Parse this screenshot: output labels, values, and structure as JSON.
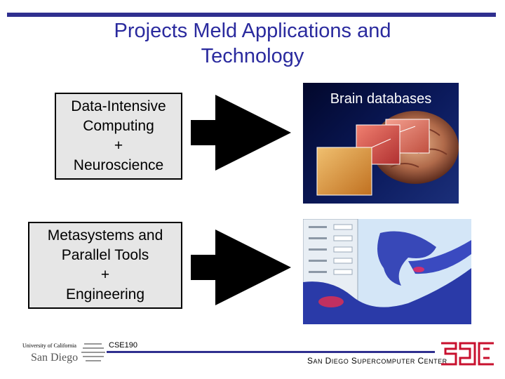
{
  "title": {
    "line1": "Projects Meld Applications and",
    "line2": "Technology"
  },
  "box_top": {
    "line1": "Data-Intensive",
    "line2": "Computing",
    "line3": "+",
    "line4": "Neuroscience"
  },
  "box_bottom": {
    "line1": "Metasystems and",
    "line2": "Parallel Tools",
    "line3": "+",
    "line4": "Engineering"
  },
  "image_top": {
    "label": "Brain databases"
  },
  "footer": {
    "course": "CSE190",
    "center_prefix_S": "S",
    "center_word1": "AN",
    "center_prefix_D": "D",
    "center_word2": "IEGO",
    "center_prefix_S2": "S",
    "center_word3": "UPERCOMPUTER",
    "center_prefix_C": "C",
    "center_word4": "ENTER",
    "univ_line1": "University of California",
    "univ_line2": "San Diego"
  },
  "colors": {
    "title": "#2a2a9e",
    "rule": "#2f2f8f",
    "box_fill": "#e6e6e6",
    "sdsc_red": "#c8102e"
  }
}
